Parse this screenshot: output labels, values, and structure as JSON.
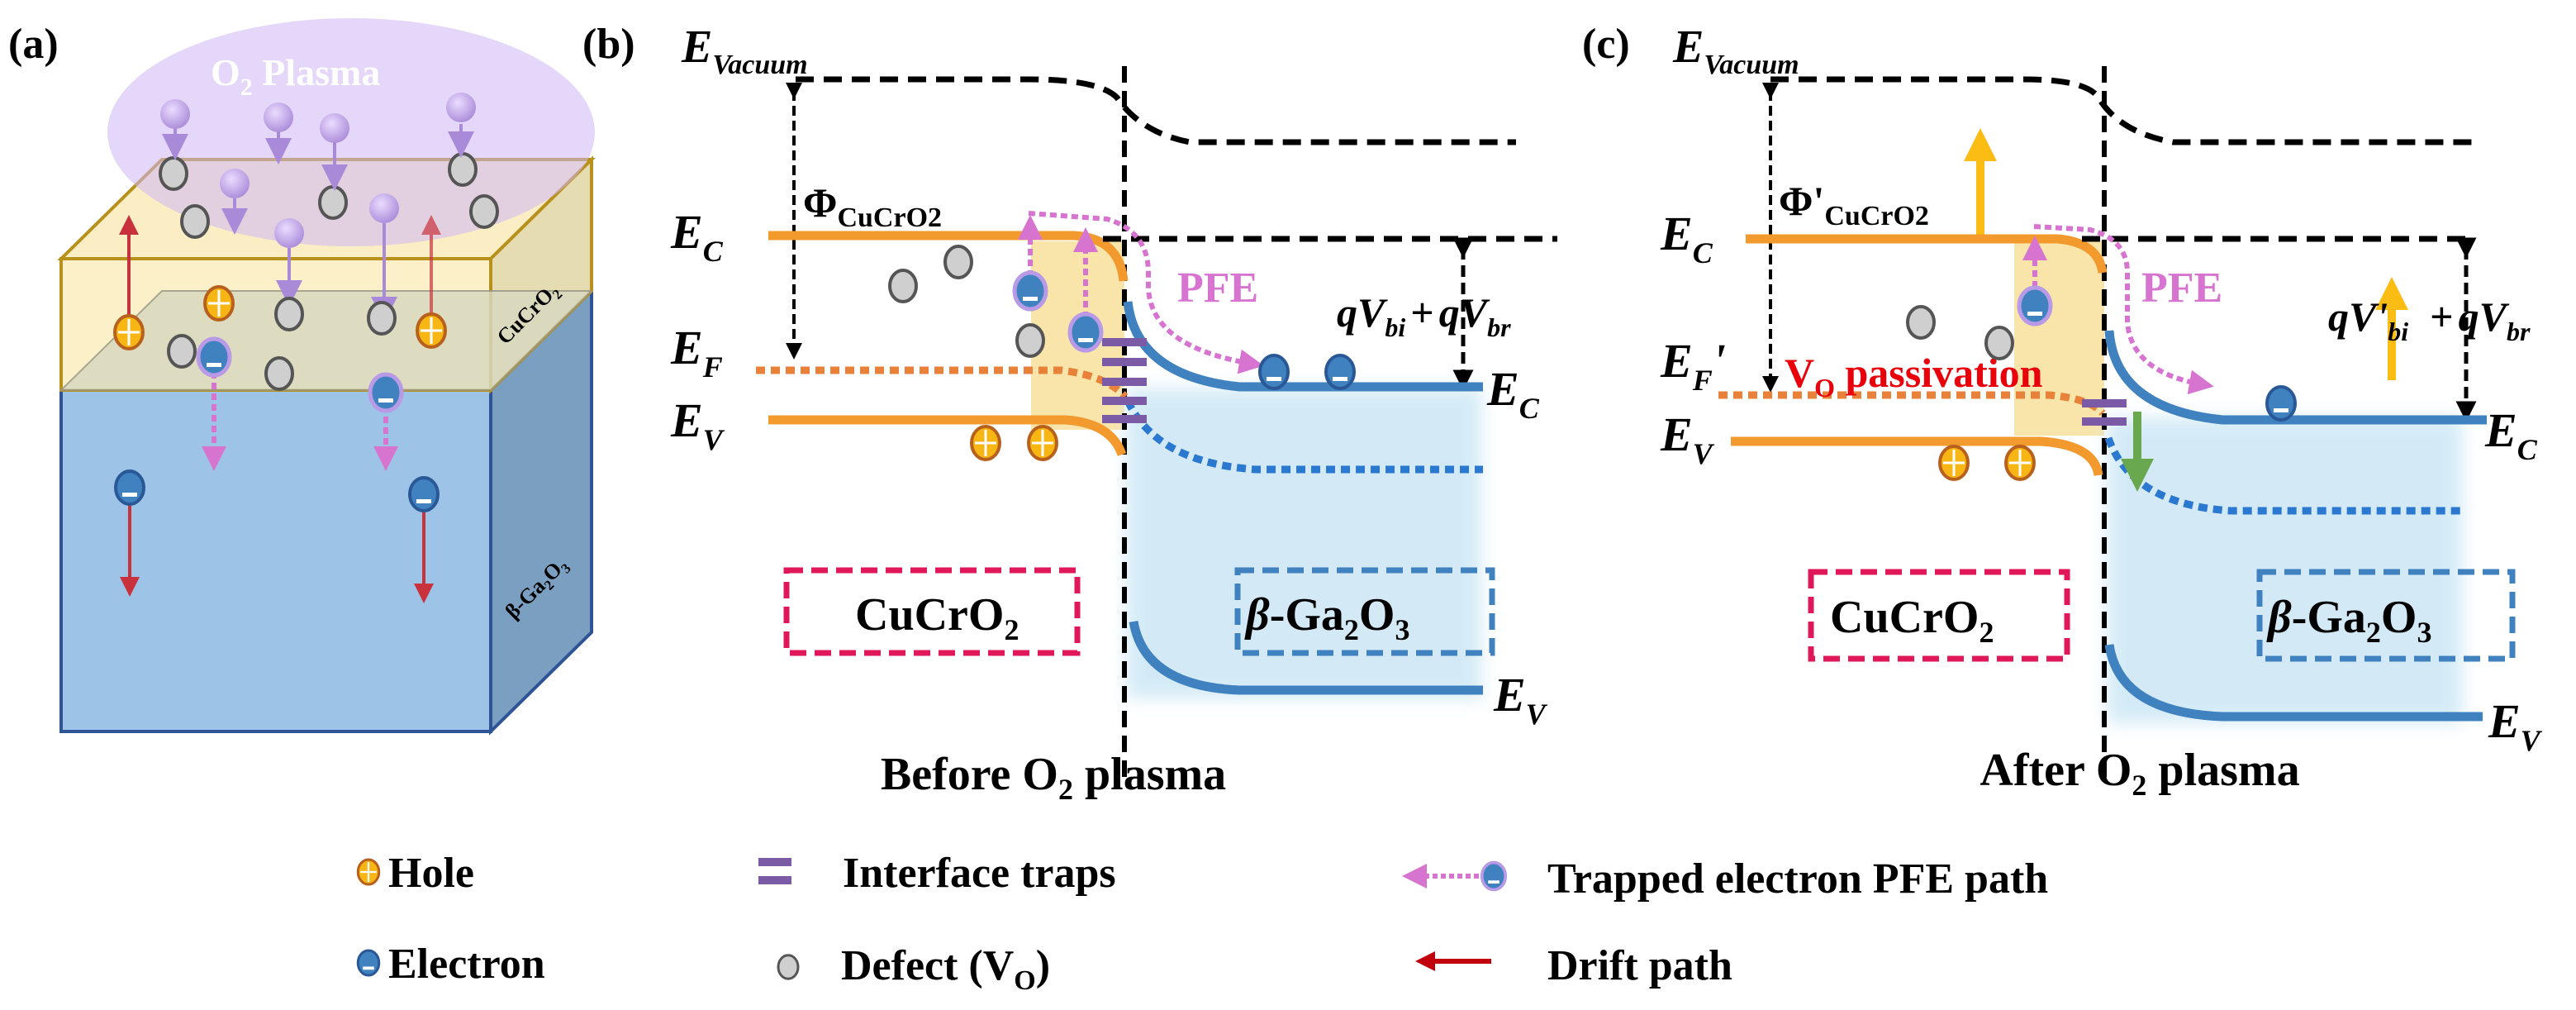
{
  "colors": {
    "orange_band": "#f29a2e",
    "blue_band": "#3f82bf",
    "fermi_orange": "#e8823a",
    "fermi_blue": "#2a78d0",
    "pfe_pink": "#d774cf",
    "trap_purple": "#7b5aa6",
    "hole_fill": "#f8b615",
    "hole_stroke": "#b8611c",
    "electron_fill": "#3f82bf",
    "electron_ring": "#b89ae6",
    "defect_fill": "#cfcfcf",
    "defect_stroke": "#555555",
    "drift_red": "#c0000b",
    "cucro2_box": "#e0185a",
    "ga2o3_box": "#3f82bf",
    "passivation_red": "#e8000b",
    "shift_yellow": "#fbbd13",
    "shift_green": "#6aa84f",
    "plasma": "#d9c8f5",
    "layer_cucro2": "#fbf0c8",
    "layer_ga2o3": "#9dc3e6"
  },
  "panel_a": {
    "label": "(a)",
    "plasma_title": "O",
    "plasma_sub": "2",
    "plasma_tail": " Plasma",
    "layer_top": "CuCrO",
    "layer_top_sub": "2",
    "layer_bottom_prefix": "β-Ga",
    "layer_bottom_sub1": "2",
    "layer_bottom_mid": "O",
    "layer_bottom_sub2": "3"
  },
  "panel_b": {
    "label": "(b)",
    "e_vacuum": "E",
    "e_vacuum_sub": "Vacuum",
    "phi": "Φ",
    "phi_sub": "CuCrO2",
    "ec_left": "E",
    "ec_left_sub": "C",
    "ef": "E",
    "ef_sub": "F",
    "ev_left": "E",
    "ev_left_sub": "V",
    "pfe": "PFE",
    "barrier_q1": "qV",
    "barrier_sub1": "bi",
    "barrier_plus": "+",
    "barrier_q2": "qV",
    "barrier_sub2": "br",
    "ec_right": "E",
    "ec_right_sub": "C",
    "ev_right": "E",
    "ev_right_sub": "V",
    "box_left": "CuCrO",
    "box_left_sub": "2",
    "box_right_prefix": "β",
    "box_right_text": "-Ga",
    "box_right_sub1": "2",
    "box_right_mid": "O",
    "box_right_sub2": "3",
    "caption_a": "Before O",
    "caption_sub": "2",
    "caption_b": " plasma"
  },
  "panel_c": {
    "label": "(c)",
    "e_vacuum": "E",
    "e_vacuum_sub": "Vacuum",
    "phi": "Φ'",
    "phi_sub": "CuCrO2",
    "ec_left": "E",
    "ec_left_sub": "C",
    "ef": "E",
    "ef_sub": "F",
    "ef_prime": "'",
    "ev_left": "E",
    "ev_left_sub": "V",
    "passivation": "V",
    "passivation_sub": "O",
    "passivation_tail": " passivation",
    "pfe": "PFE",
    "barrier_q1": "qV'",
    "barrier_sub1": "bi",
    "barrier_plus": "+",
    "barrier_q2": "qV",
    "barrier_sub2": "br",
    "ec_right": "E",
    "ec_right_sub": "C",
    "ev_right": "E",
    "ev_right_sub": "V",
    "box_left": "CuCrO",
    "box_left_sub": "2",
    "box_right_prefix": "β",
    "box_right_text": "-Ga",
    "box_right_sub1": "2",
    "box_right_mid": "O",
    "box_right_sub2": "3",
    "caption_a": "After O",
    "caption_sub": "2",
    "caption_b": " plasma"
  },
  "legend": {
    "hole": "Hole",
    "electron": "Electron",
    "interface_traps": "Interface traps",
    "defect": "Defect (V",
    "defect_sub": "O",
    "defect_tail": ")",
    "pfe_path": "Trapped electron PFE path",
    "drift_path": "Drift path"
  }
}
